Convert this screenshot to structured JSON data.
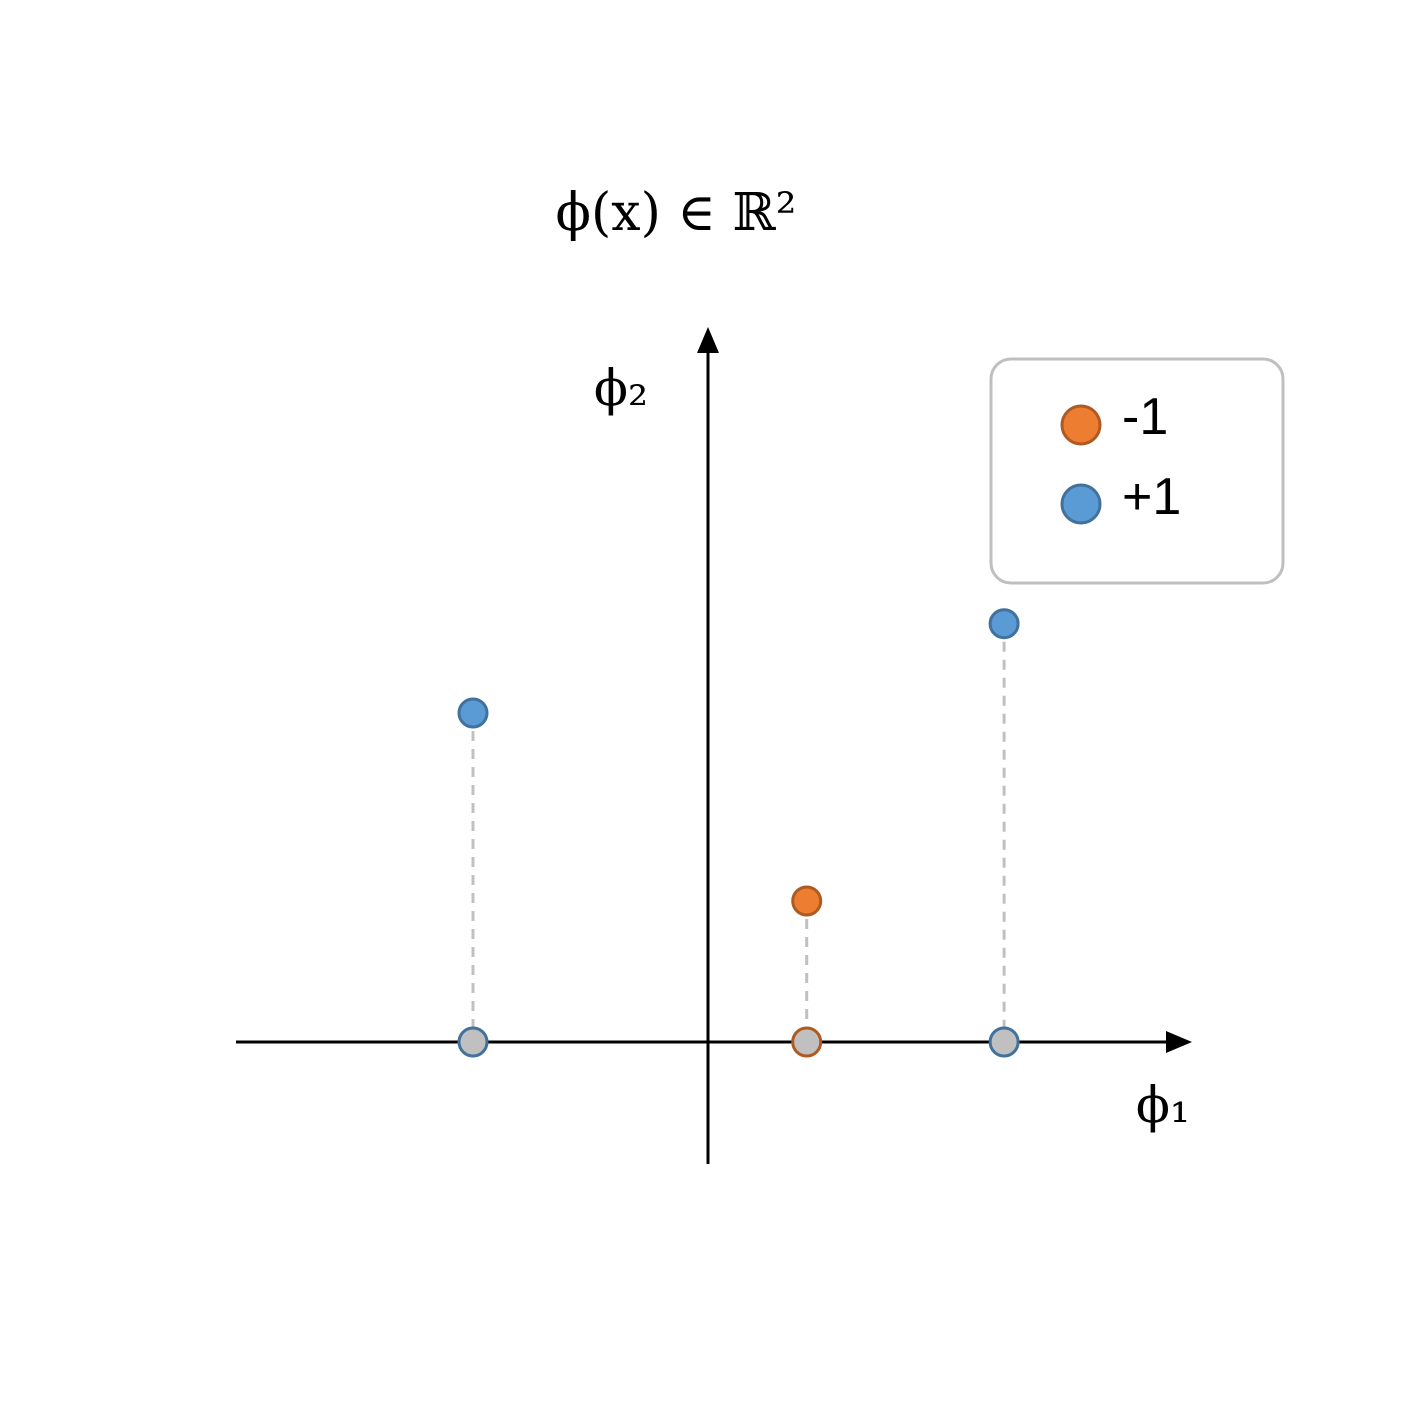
{
  "chart_data": {
    "type": "scatter",
    "title": "ϕ(x) ∈  ℝ²",
    "xlabel": "ϕ₁",
    "ylabel": "ϕ₂",
    "xlim": [
      -2.5,
      5
    ],
    "ylim": [
      -1.3,
      7.5
    ],
    "grid": false,
    "legend_position": "top-right",
    "series": [
      {
        "name": "-1",
        "color": "#ED7D31",
        "edge": "#AE5A21",
        "points": [
          {
            "x": 1.05,
            "y": 1.5
          }
        ]
      },
      {
        "name": "+1",
        "color": "#5B9BD5",
        "edge": "#41719C",
        "points": [
          {
            "x": -2.5,
            "y": 3.5
          },
          {
            "x": 3.15,
            "y": 4.45
          }
        ]
      }
    ],
    "projections": {
      "color": "#C0C0C0",
      "style": "dashed"
    }
  }
}
